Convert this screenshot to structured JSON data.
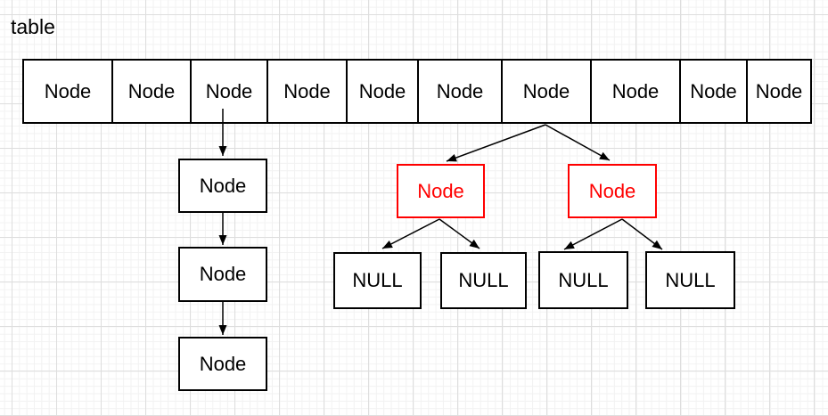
{
  "canvas": {
    "title": "table",
    "colors": {
      "shape_border": "#000000",
      "shape_fill": "#ffffff",
      "highlight": "#ff0000",
      "text": "#000000",
      "grid_minor": "#f2f2f2",
      "grid_major": "#dedede"
    },
    "table_row": {
      "cells": [
        "Node",
        "Node",
        "Node",
        "Node",
        "Node",
        "Node",
        "Node",
        "Node",
        "Node",
        "Node"
      ]
    },
    "chain": {
      "nodes": [
        "Node",
        "Node",
        "Node"
      ]
    },
    "tree": {
      "red_nodes": [
        "Node",
        "Node"
      ],
      "null_leaves": [
        "NULL",
        "NULL",
        "NULL",
        "NULL"
      ]
    }
  }
}
